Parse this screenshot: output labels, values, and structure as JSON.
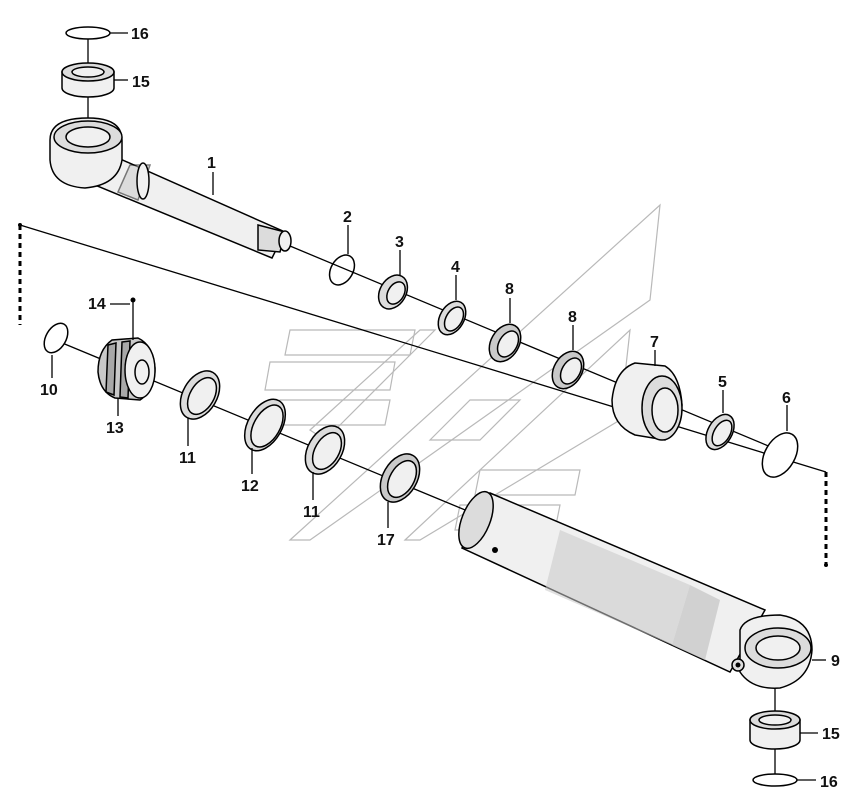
{
  "callouts": {
    "c1": "1",
    "c2": "2",
    "c3": "3",
    "c4": "4",
    "c5": "5",
    "c6": "6",
    "c7": "7",
    "c8a": "8",
    "c8b": "8",
    "c9": "9",
    "c10": "10",
    "c11a": "11",
    "c11b": "11",
    "c12": "12",
    "c13": "13",
    "c14": "14",
    "c15a": "15",
    "c15b": "15",
    "c16a": "16",
    "c16b": "16",
    "c17": "17"
  }
}
